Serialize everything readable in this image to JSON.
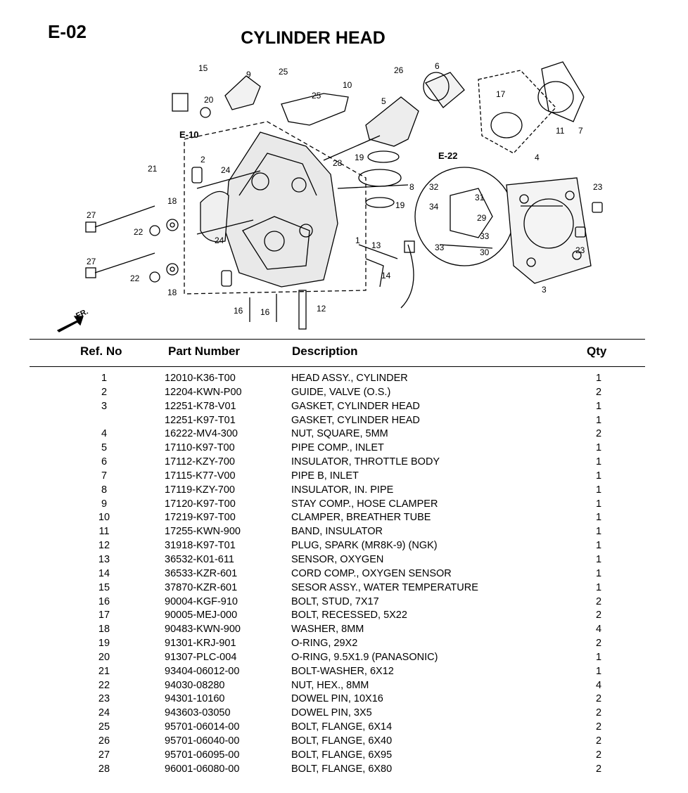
{
  "page_code": "E-02",
  "title": "CYLINDER HEAD",
  "table": {
    "headers": {
      "ref": "Ref. No",
      "part_number": "Part Number",
      "description": "Description",
      "qty": "Qty"
    },
    "rows": [
      {
        "ref": "1",
        "part_number": "12010-K36-T00",
        "description": "HEAD ASSY., CYLINDER",
        "qty": "1"
      },
      {
        "ref": "2",
        "part_number": "12204-KWN-P00",
        "description": "GUIDE, VALVE (O.S.)",
        "qty": "2"
      },
      {
        "ref": "3",
        "part_number": "12251-K78-V01",
        "description": "GASKET, CYLINDER HEAD",
        "qty": "1"
      },
      {
        "ref": "",
        "part_number": "12251-K97-T01",
        "description": "GASKET, CYLINDER HEAD",
        "qty": "1"
      },
      {
        "ref": "4",
        "part_number": "16222-MV4-300",
        "description": "NUT, SQUARE, 5MM",
        "qty": "2"
      },
      {
        "ref": "5",
        "part_number": "17110-K97-T00",
        "description": "PIPE COMP., INLET",
        "qty": "1"
      },
      {
        "ref": "6",
        "part_number": "17112-KZY-700",
        "description": "INSULATOR, THROTTLE BODY",
        "qty": "1"
      },
      {
        "ref": "7",
        "part_number": "17115-K77-V00",
        "description": "PIPE B, INLET",
        "qty": "1"
      },
      {
        "ref": "8",
        "part_number": "17119-KZY-700",
        "description": "INSULATOR, IN. PIPE",
        "qty": "1"
      },
      {
        "ref": "9",
        "part_number": "17120-K97-T00",
        "description": "STAY COMP., HOSE CLAMPER",
        "qty": "1"
      },
      {
        "ref": "10",
        "part_number": "17219-K97-T00",
        "description": "CLAMPER, BREATHER TUBE",
        "qty": "1"
      },
      {
        "ref": "11",
        "part_number": "17255-KWN-900",
        "description": "BAND, INSULATOR",
        "qty": "1"
      },
      {
        "ref": "12",
        "part_number": "31918-K97-T01",
        "description": "PLUG, SPARK (MR8K-9) (NGK)",
        "qty": "1"
      },
      {
        "ref": "13",
        "part_number": "36532-K01-611",
        "description": "SENSOR, OXYGEN",
        "qty": "1"
      },
      {
        "ref": "14",
        "part_number": "36533-KZR-601",
        "description": "CORD COMP., OXYGEN SENSOR",
        "qty": "1"
      },
      {
        "ref": "15",
        "part_number": "37870-KZR-601",
        "description": "SESOR ASSY., WATER TEMPERATURE",
        "qty": "1"
      },
      {
        "ref": "16",
        "part_number": "90004-KGF-910",
        "description": "BOLT, STUD, 7X17",
        "qty": "2"
      },
      {
        "ref": "17",
        "part_number": "90005-MEJ-000",
        "description": "BOLT, RECESSED, 5X22",
        "qty": "2"
      },
      {
        "ref": "18",
        "part_number": "90483-KWN-900",
        "description": "WASHER, 8MM",
        "qty": "4"
      },
      {
        "ref": "19",
        "part_number": "91301-KRJ-901",
        "description": "O-RING, 29X2",
        "qty": "2"
      },
      {
        "ref": "20",
        "part_number": "91307-PLC-004",
        "description": "O-RING, 9.5X1.9 (PANASONIC)",
        "qty": "1"
      },
      {
        "ref": "21",
        "part_number": "93404-06012-00",
        "description": "BOLT-WASHER, 6X12",
        "qty": "1"
      },
      {
        "ref": "22",
        "part_number": "94030-08280",
        "description": "NUT, HEX., 8MM",
        "qty": "4"
      },
      {
        "ref": "23",
        "part_number": "94301-10160",
        "description": "DOWEL PIN, 10X16",
        "qty": "2"
      },
      {
        "ref": "24",
        "part_number": "943603-03050",
        "description": "DOWEL PIN, 3X5",
        "qty": "2"
      },
      {
        "ref": "25",
        "part_number": "95701-06014-00",
        "description": "BOLT, FLANGE, 6X14",
        "qty": "2"
      },
      {
        "ref": "26",
        "part_number": "95701-06040-00",
        "description": "BOLT, FLANGE, 6X40",
        "qty": "2"
      },
      {
        "ref": "27",
        "part_number": "95701-06095-00",
        "description": "BOLT, FLANGE, 6X95",
        "qty": "2"
      },
      {
        "ref": "28",
        "part_number": "96001-06080-00",
        "description": "BOLT, FLANGE, 6X80",
        "qty": "2"
      }
    ]
  },
  "diagram": {
    "ref_labels": [
      "1",
      "2",
      "3",
      "4",
      "5",
      "6",
      "7",
      "8",
      "9",
      "10",
      "11",
      "12",
      "13",
      "14",
      "15",
      "16",
      "17",
      "18",
      "19",
      "20",
      "21",
      "22",
      "23",
      "24",
      "25",
      "26",
      "27",
      "28",
      "29",
      "30",
      "31",
      "32",
      "33",
      "34"
    ],
    "section_refs": [
      "E-10",
      "E-22"
    ],
    "front_marker": "FR."
  }
}
